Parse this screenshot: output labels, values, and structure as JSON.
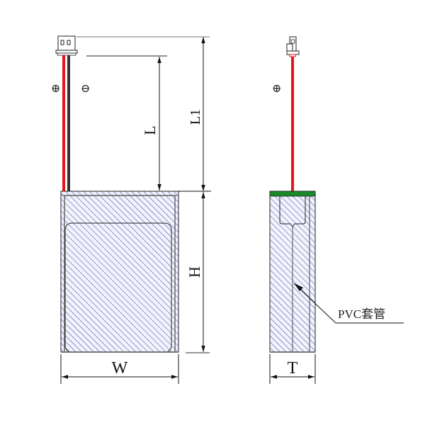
{
  "diagram": {
    "title": "Li-polymer battery pack outline drawing",
    "colors": {
      "positive_wire": "#e8141b",
      "negative_wire": "#333333",
      "hatch": "#4a4ab0",
      "hatch_background": "#eeeefa",
      "top_seal": "#1a8a2a",
      "line": "#111111",
      "outline_gray": "#777777"
    },
    "front_view": {
      "positive_symbol": "⊕",
      "negative_symbol": "⊖",
      "dimensions": {
        "width_label": "W",
        "height_label": "H",
        "lead_length_label": "L",
        "total_length_label": "L1"
      }
    },
    "side_view": {
      "positive_symbol": "⊕",
      "dimensions": {
        "thickness_label": "T"
      },
      "callout": {
        "label": "PVC套管"
      }
    }
  }
}
